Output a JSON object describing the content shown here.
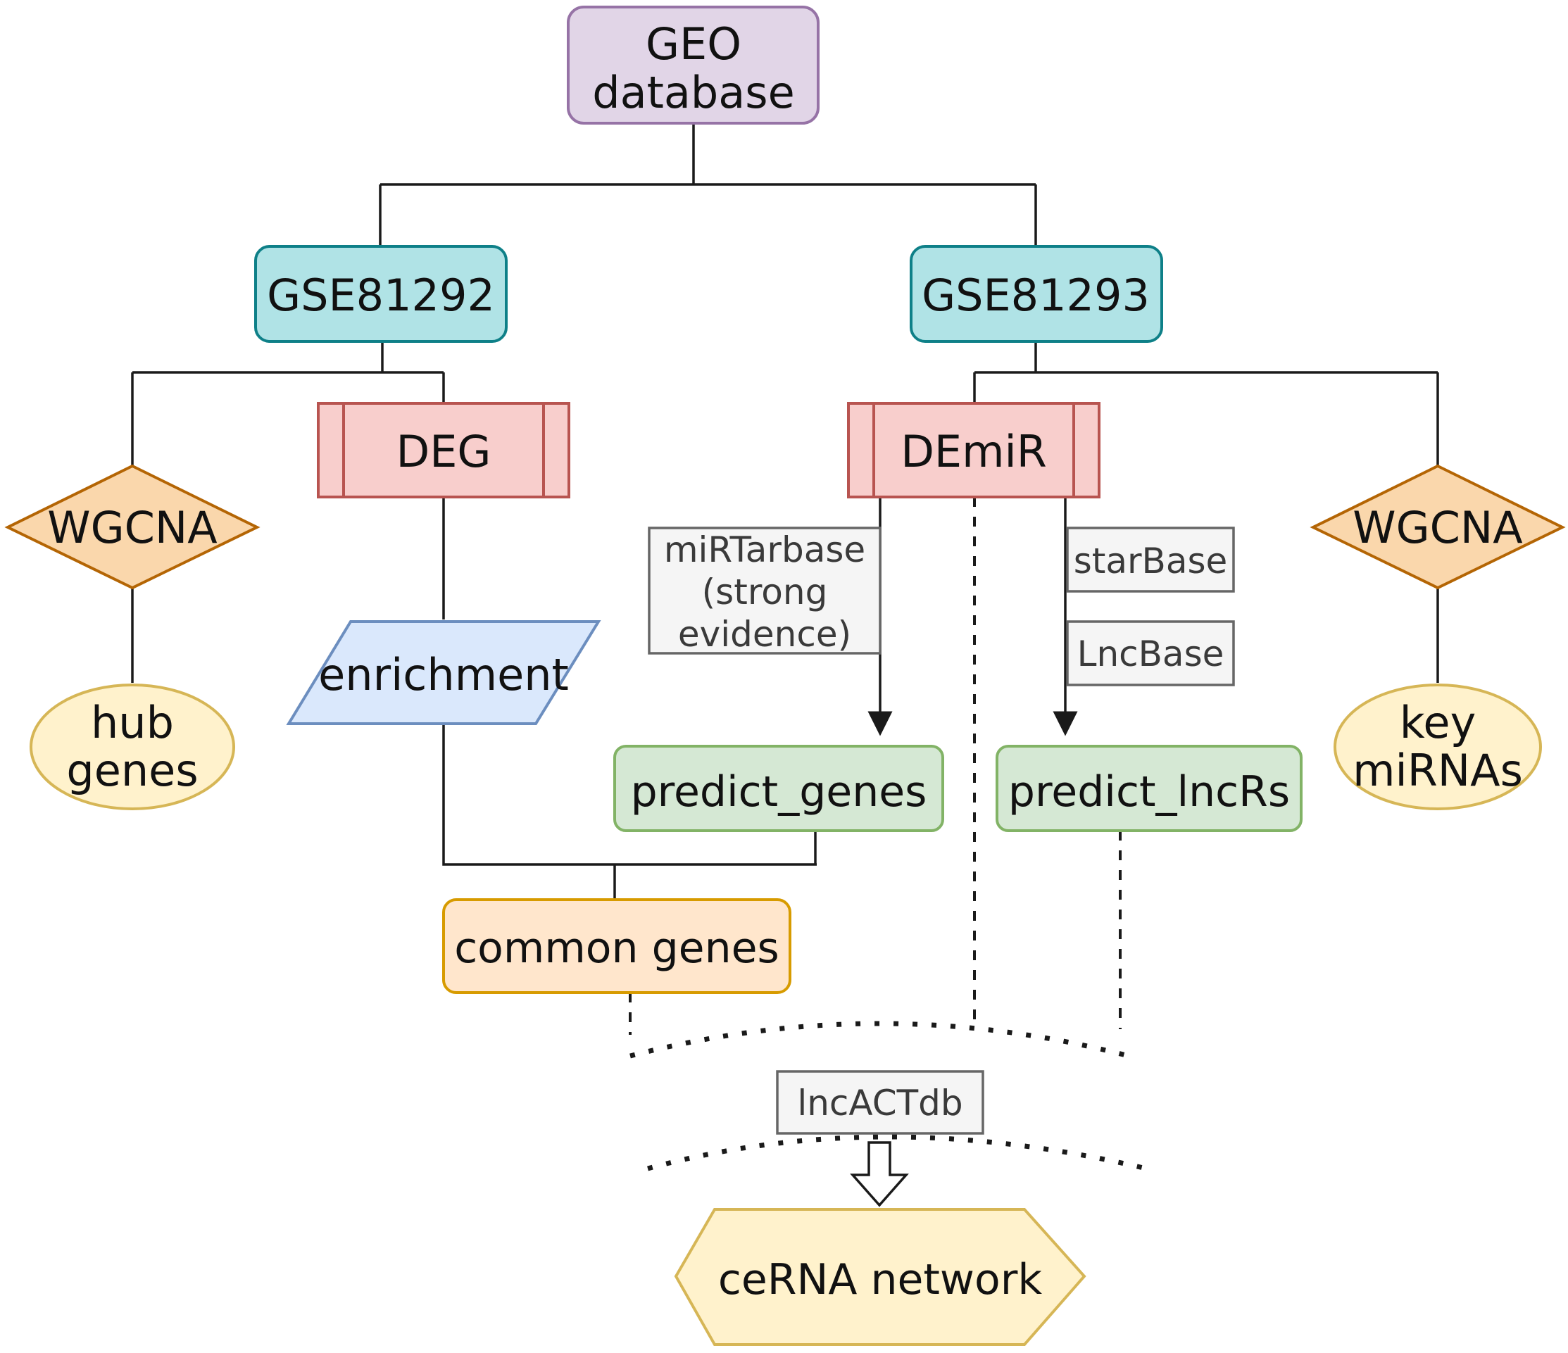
{
  "nodes": {
    "geo_database": {
      "lines": [
        "GEO",
        "database"
      ]
    },
    "gse81292": {
      "text": "GSE81292"
    },
    "gse81293": {
      "text": "GSE81293"
    },
    "deg": {
      "text": "DEG"
    },
    "demir": {
      "text": "DEmiR"
    },
    "wgcna_left": {
      "text": "WGCNA"
    },
    "wgcna_right": {
      "text": "WGCNA"
    },
    "hub_genes": {
      "lines": [
        "hub",
        "genes"
      ]
    },
    "key_mirnas": {
      "lines": [
        "key",
        "miRNAs"
      ]
    },
    "enrichment": {
      "text": "enrichment"
    },
    "predict_genes": {
      "text": "predict_genes"
    },
    "predict_lncrs": {
      "text": "predict_lncRs"
    },
    "common_genes": {
      "text": "common genes"
    },
    "cerna_network": {
      "text": "ceRNA network"
    }
  },
  "databases": {
    "mirtarbase": {
      "lines": [
        "miRTarbase",
        "(strong",
        "evidence)"
      ]
    },
    "starbase": {
      "text": "starBase"
    },
    "lncbase": {
      "text": "LncBase"
    },
    "lncactdb": {
      "text": "lncACTdb"
    }
  },
  "colors": {
    "purple_fill": "#e1d5e7",
    "purple_stroke": "#9673a6",
    "teal_fill": "#b0e3e6",
    "teal_stroke": "#0e8088",
    "red_fill": "#f8cecc",
    "red_stroke": "#b85450",
    "orange_fill": "#fad7ac",
    "orange_stroke": "#b46504",
    "yellow_fill": "#fff2cc",
    "yellow_stroke": "#d6b656",
    "blue_fill": "#dae8fc",
    "blue_stroke": "#6c8ebf",
    "green_fill": "#d5e8d4",
    "green_stroke": "#82b366",
    "peach_fill": "#ffe6cc",
    "peach_stroke": "#d79b00",
    "gray_fill": "#f5f5f5",
    "gray_stroke": "#666666"
  }
}
